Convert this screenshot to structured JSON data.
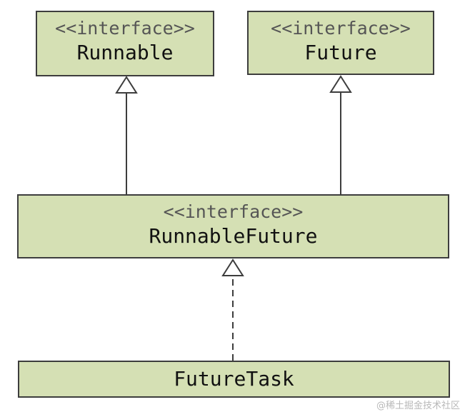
{
  "diagram": {
    "runnable": {
      "stereotype": "<<interface>>",
      "name": "Runnable"
    },
    "future": {
      "stereotype": "<<interface>>",
      "name": "Future"
    },
    "runnable_future": {
      "stereotype": "<<interface>>",
      "name": "RunnableFuture"
    },
    "future_task": {
      "name": "FutureTask"
    }
  },
  "watermark": "@稀土掘金技术社区",
  "colors": {
    "box_fill": "#d5e0b4",
    "border": "#3d3d3d",
    "text": "#111111"
  }
}
